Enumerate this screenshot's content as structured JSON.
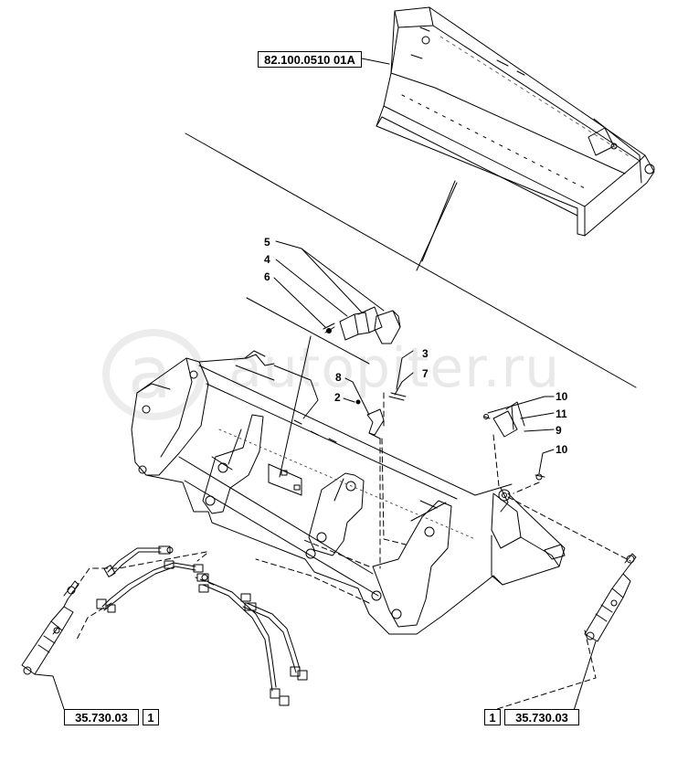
{
  "watermark": {
    "text": "autopiter.ru",
    "logo_letter": "a"
  },
  "refs": {
    "top": "82.100.0510 01A",
    "left_code": "35.730.03",
    "left_qty": "1",
    "right_code": "35.730.03",
    "right_qty": "1"
  },
  "callouts": {
    "c5": "5",
    "c4": "4",
    "c6": "6",
    "c3": "3",
    "c7": "7",
    "c8": "8",
    "c2": "2",
    "c10a": "10",
    "c11": "11",
    "c9": "9",
    "c10b": "10"
  },
  "colors": {
    "line": "#000000",
    "watermark": "#e6e6e6"
  }
}
